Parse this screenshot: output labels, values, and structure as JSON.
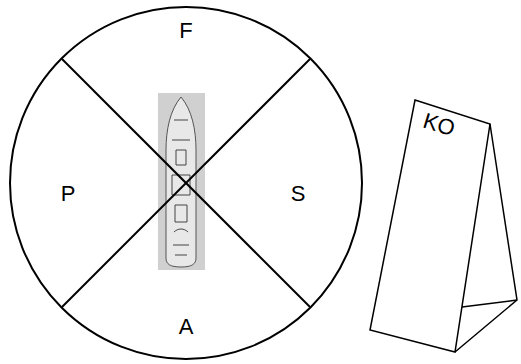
{
  "diagram": {
    "nodes": [
      {
        "text": [
          "F",
          "P",
          "S",
          "A"
        ]
      },
      {
        "text": [
          "KO"
        ]
      }
    ]
  }
}
